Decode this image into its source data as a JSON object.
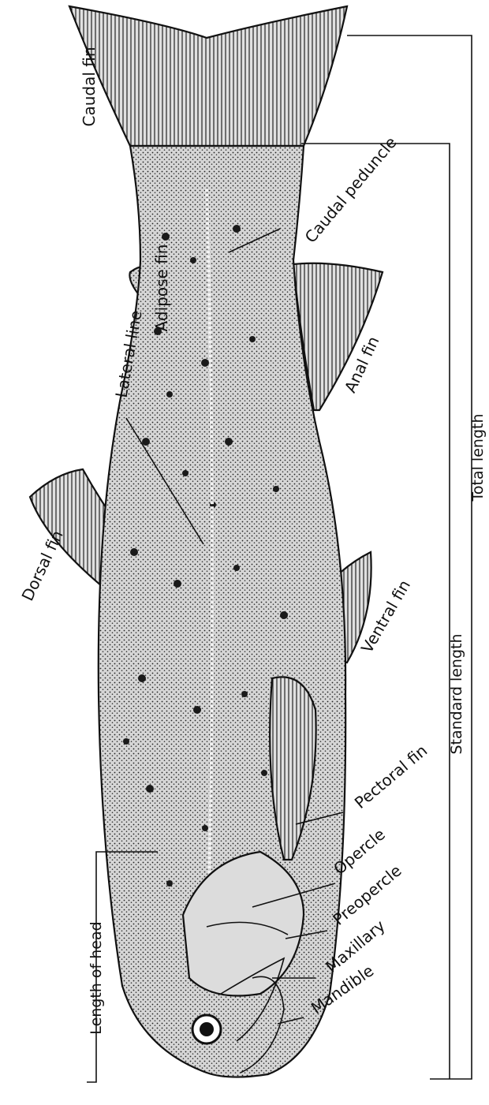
{
  "labels": {
    "caudal_fin": "Caudal fin",
    "caudal_peduncle": "Caudal peduncle",
    "adipose_fin": "Adipose fin",
    "lateral_line": "Lateral line",
    "anal_fin": "Anal fin",
    "dorsal_fin": "Dorsal fin",
    "ventral_fin": "Ventral fin",
    "pectoral_fin": "Pectoral fin",
    "opercle": "Opercle",
    "preopercle": "Preopercle",
    "maxillary": "Maxillary",
    "mandible": "Mandible",
    "length_of_head": "Length of head",
    "standard_length": "Standard length",
    "total_length": "Total length"
  },
  "colors": {
    "ink": "#111111",
    "paper": "#ffffff",
    "body_tone": "#c9c9c9"
  }
}
